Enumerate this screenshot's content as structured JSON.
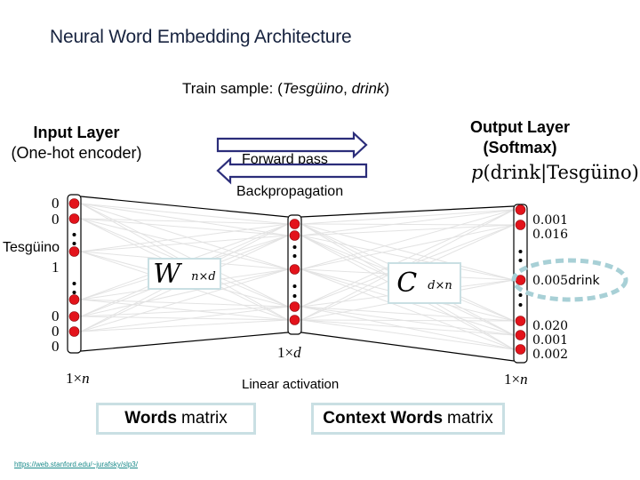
{
  "title": "Neural Word Embedding Architecture",
  "train_sample": {
    "prefix": "Train sample: (",
    "word": "Tesgüino",
    "sep": ", ",
    "context": "drink",
    "suffix": ")"
  },
  "input_layer": {
    "title": "Input Layer",
    "subtitle": "(One-hot encoder)",
    "word_label": "Tesgüino",
    "values": [
      "0",
      "0",
      "1",
      "0",
      "0",
      "0"
    ],
    "dim_label_pre": "1×",
    "dim_label_var": "n"
  },
  "hidden_layer": {
    "dim_label_pre": "1×",
    "dim_label_var": "d",
    "activation": "Linear activation"
  },
  "output_layer": {
    "title": "Output Layer",
    "subtitle": "(Softmax)",
    "probability": {
      "p": "p",
      "expr": "(drink|Tesgüino)"
    },
    "values": [
      "0.001",
      "0.016",
      "0.005",
      "0.020",
      "0.001",
      "0.002"
    ],
    "highlight_word": "drink",
    "dim_label_pre": "1×",
    "dim_label_var": "n"
  },
  "arrows": {
    "forward": "Forward pass",
    "backward": "Backpropagation"
  },
  "matrices": {
    "W": {
      "symbol": "W",
      "dims": "n×d"
    },
    "C": {
      "symbol": "C",
      "dims": "d×n"
    }
  },
  "bottom_boxes": {
    "words": {
      "bold": "Words",
      "rest": "matrix"
    },
    "context": {
      "bold": "Context Words",
      "rest": "matrix"
    }
  },
  "source_link": "https://web.stanford.edu/~jurafsky/slp3/",
  "colors": {
    "neuron": "#e3131b",
    "arrow": "#2b2d7a",
    "box_border": "#c9dfe3",
    "highlight": "#a8d0d6",
    "title": "#17233f",
    "link": "#1a8a8a"
  }
}
